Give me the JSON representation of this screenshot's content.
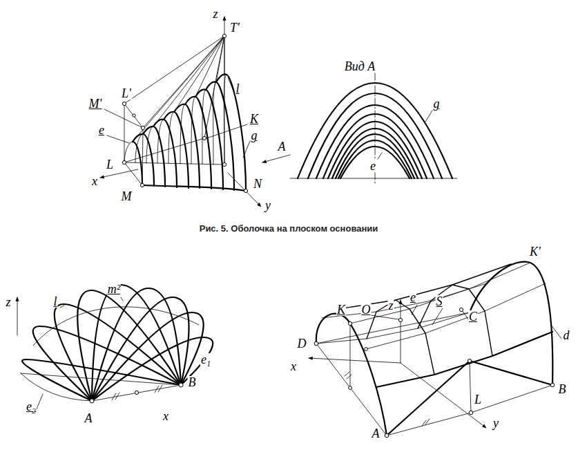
{
  "diagram": {
    "caption": "Рис. 5. Оболочка на плоском основании",
    "labels": [
      "z",
      "T'",
      "L'",
      "M'",
      "e",
      "l",
      "K",
      "g",
      "A",
      "L",
      "x",
      "M",
      "N",
      "y",
      "Вид A",
      "g",
      "e",
      "z",
      "l",
      "m²",
      "e₁",
      "e₂",
      "A",
      "B",
      "x",
      "z",
      "e",
      "S",
      "K",
      "O",
      "C",
      "K'",
      "d",
      "D",
      "x",
      "L",
      "B",
      "A",
      "y"
    ]
  }
}
